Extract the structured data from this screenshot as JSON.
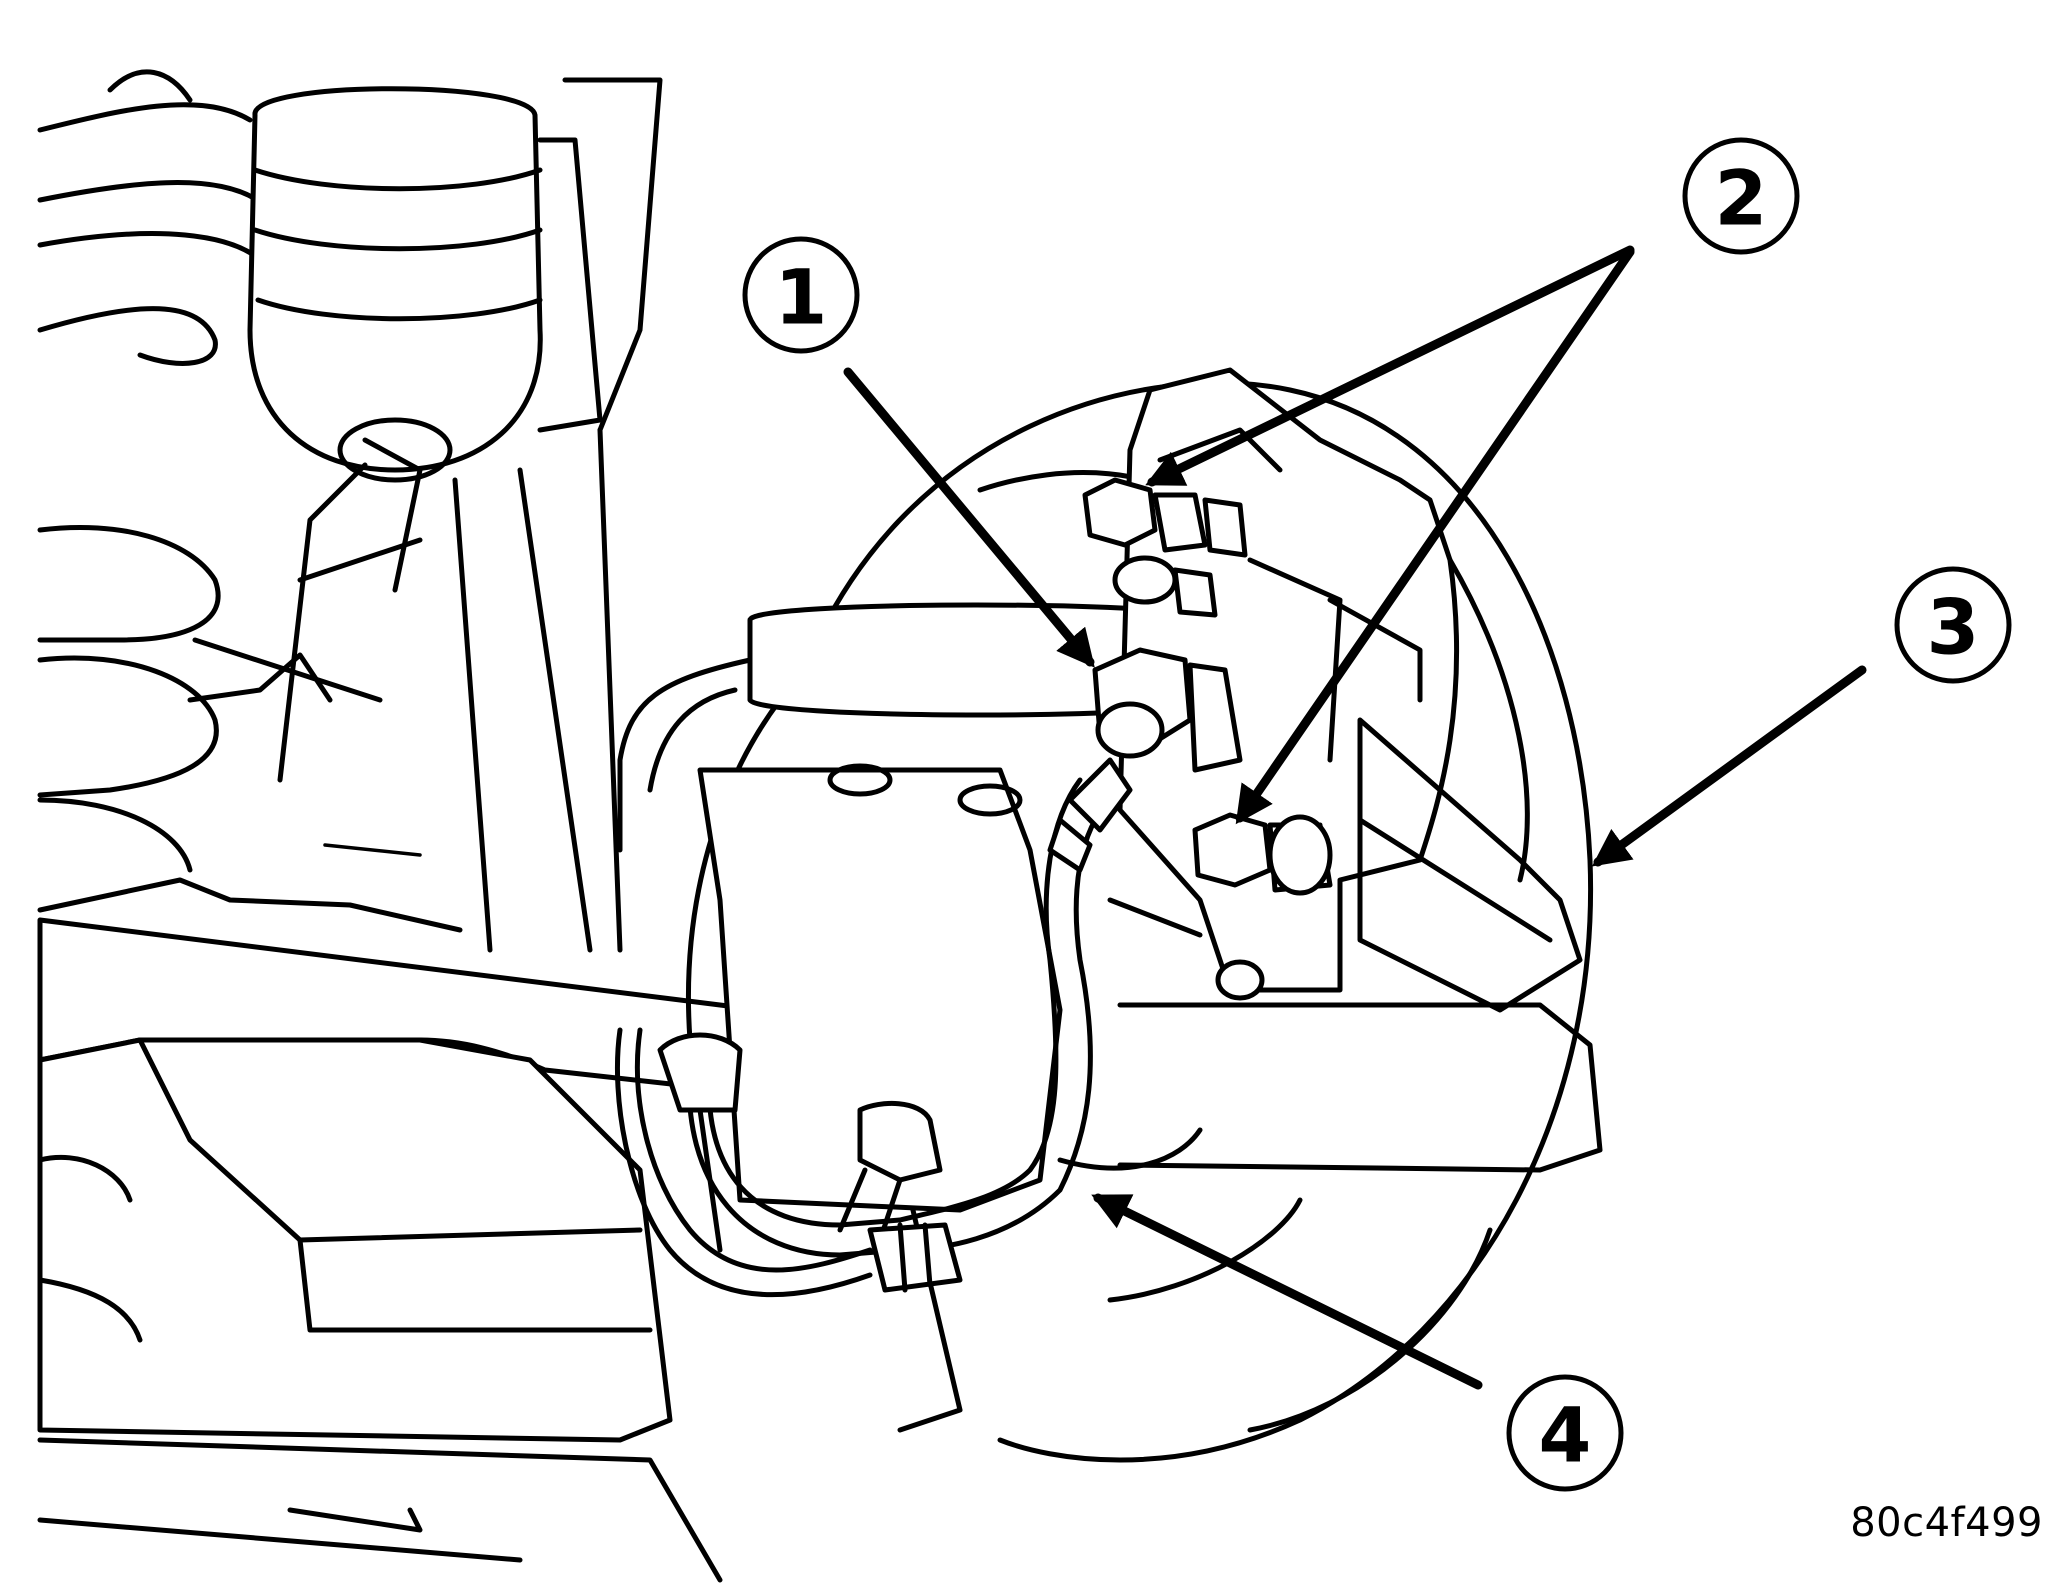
{
  "figure_code": "80c4f499",
  "colors": {
    "ink": "#000000",
    "paper": "#ffffff"
  },
  "callouts": [
    {
      "id": "1",
      "label": "1"
    },
    {
      "id": "2",
      "label": "2"
    },
    {
      "id": "3",
      "label": "3"
    },
    {
      "id": "4",
      "label": "4"
    }
  ]
}
